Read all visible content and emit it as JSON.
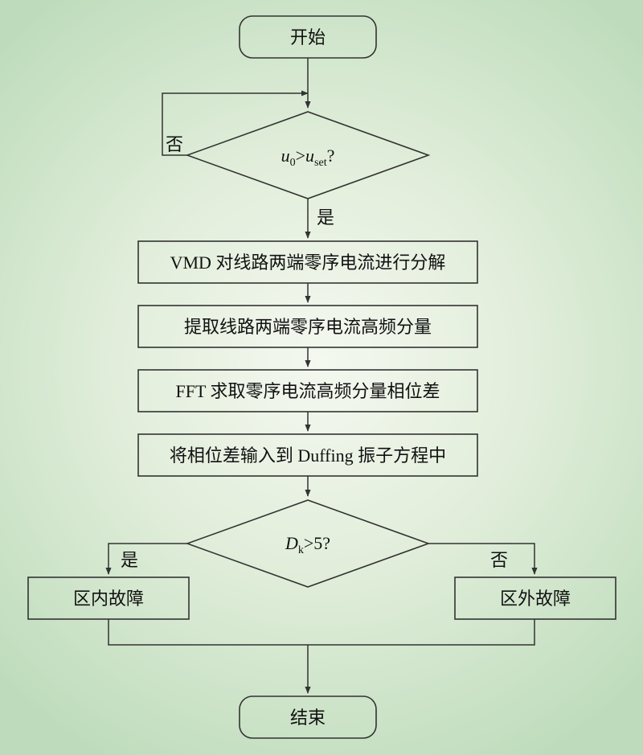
{
  "nodes": {
    "start": "开始",
    "cond1": {
      "var": "u",
      "sub0": "0",
      "gt": ">",
      "var2": "u",
      "sub1": "set",
      "q": "?"
    },
    "step1": "VMD 对线路两端零序电流进行分解",
    "step2": "提取线路两端零序电流高频分量",
    "step3": "FFT 求取零序电流高频分量相位差",
    "step4": "将相位差输入到 Duffing 振子方程中",
    "cond2": {
      "var": "D",
      "sub": "k",
      "rest": ">5?"
    },
    "internal": "区内故障",
    "external": "区外故障",
    "end": "结束"
  },
  "edges": {
    "cond1_no": "否",
    "cond1_yes": "是",
    "cond2_yes": "是",
    "cond2_no": "否"
  }
}
